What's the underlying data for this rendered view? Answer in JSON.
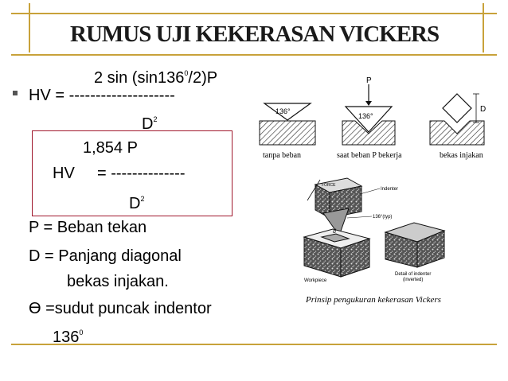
{
  "title": "RUMUS UJI KEKERASAN VICKERS",
  "formula1": {
    "numerator_a": "2 sin (sin136",
    "numerator_sup": "0",
    "numerator_b": "/2)P",
    "lhs": "HV = --------------------",
    "denominator": "D",
    "denominator_sup": "2"
  },
  "formula2": {
    "numerator": "1,854 P",
    "lhs_hv": "HV",
    "lhs_rest": "= --------------",
    "denominator": "D",
    "denominator_sup": "2"
  },
  "definitions": {
    "p": "P = Beban tekan",
    "d1": "D = Panjang diagonal",
    "d2": "bekas injakan.",
    "theta": "Ɵ =sudut puncak indentor",
    "angle": "136",
    "angle_sup": "0"
  },
  "figure1": {
    "angle_label": "136°",
    "load_label": "P",
    "diag_label": "D",
    "captions": [
      "tanpa beban",
      "saat beban P bekerja",
      "bekas injakan"
    ]
  },
  "figure2": {
    "labels": {
      "force": "FORCE",
      "indenter": "Indenter",
      "angle": "136°(typ)",
      "d": "d",
      "workpiece": "Workpiece",
      "detail_1": "Detail of indenter",
      "detail_2": "(inverted)"
    },
    "caption": "Prinsip pengukuran kekerasan Vickers"
  },
  "colors": {
    "rule": "#c8a23a",
    "box_border": "#a0182c"
  }
}
